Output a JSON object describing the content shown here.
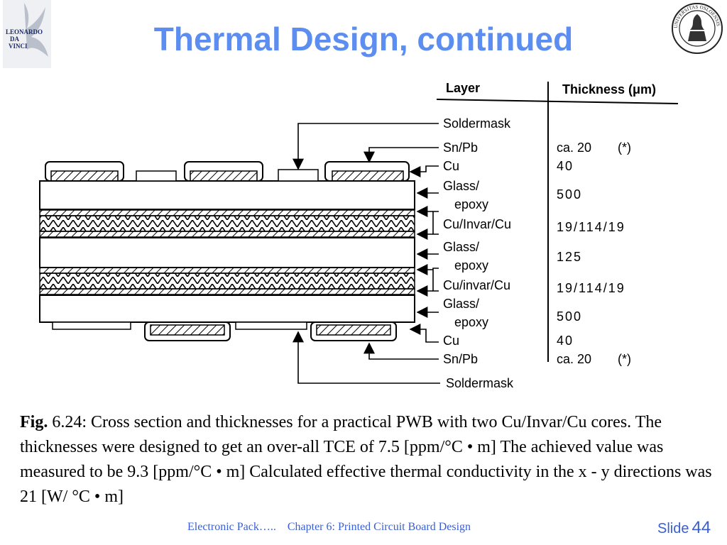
{
  "title": "Thermal Design, continued",
  "logo_left": {
    "lines": [
      "LEONARDO",
      "DA",
      "VINCI"
    ],
    "icon": "leonardo-logo-icon"
  },
  "logo_right": {
    "text": "UNIVERSITAS OSLOENSIS MDCCCXI",
    "icon": "university-seal-icon"
  },
  "diagram": {
    "header_layer": "Layer",
    "header_thickness": "Thickness (μm)",
    "soldermask_top": "Soldermask",
    "soldermask_bottom": "Soldermask",
    "layers": [
      {
        "name": "Sn/Pb",
        "thickness": "ca. 20",
        "note": "(*)"
      },
      {
        "name": "Cu",
        "thickness": "40"
      },
      {
        "name1": "Glass/",
        "name2": "epoxy",
        "thickness": "500"
      },
      {
        "name": "Cu/Invar/Cu",
        "thickness": "19/114/19"
      },
      {
        "name1": "Glass/",
        "name2": "epoxy",
        "thickness": "125"
      },
      {
        "name": "Cu/invar/Cu",
        "thickness": "19/114/19"
      },
      {
        "name1": "Glass/",
        "name2": "epoxy",
        "thickness": "500"
      },
      {
        "name": "Cu",
        "thickness": "40"
      },
      {
        "name": "Sn/Pb",
        "thickness": "ca. 20",
        "note": "(*)"
      }
    ]
  },
  "caption": {
    "label": "Fig.",
    "text": " 6.24: Cross section and thicknesses for a practical PWB with two Cu/Invar/Cu cores. The thicknesses were designed to get an over-all TCE of 7.5 [ppm/°C • m] The achieved value was measured to be 9.3 [ppm/°C • m] Calculated effective thermal conductivity in the x - y directions was 21 [W/ °C • m]"
  },
  "footer": {
    "left": "Electronic Pack…..",
    "center": "Chapter 6: Printed Circuit Board Design",
    "slide_label": "Slide",
    "slide_number": "44"
  }
}
